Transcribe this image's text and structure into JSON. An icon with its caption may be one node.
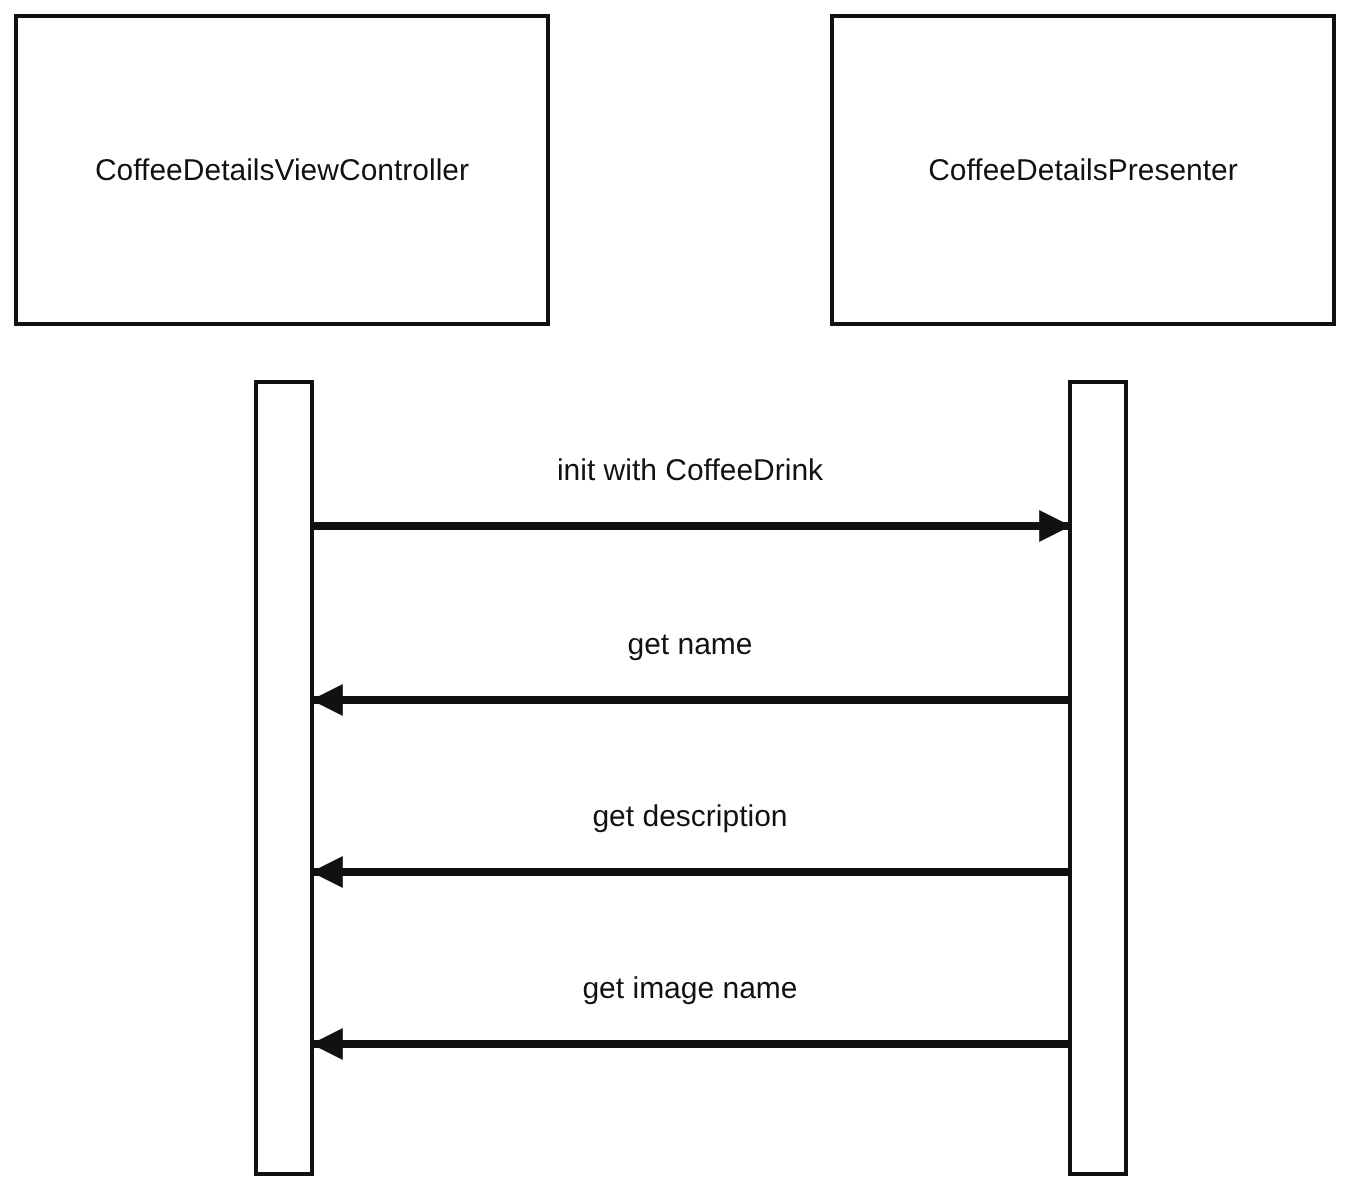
{
  "diagram": {
    "nodes": [
      {
        "text": [
          "CoffeeDetailsViewController"
        ]
      },
      {
        "text": [
          "CoffeeDetailsPresenter"
        ]
      },
      {
        "text": [],
        "shape": "bar"
      },
      {
        "text": [],
        "shape": "bar"
      }
    ],
    "edges": [
      {
        "from": 2,
        "to": 3,
        "arrow": "to",
        "label": "init with CoffeeDrink"
      },
      {
        "from": 3,
        "to": 2,
        "arrow": "to",
        "label": "get name"
      },
      {
        "from": 3,
        "to": 2,
        "arrow": "to",
        "label": "get description"
      },
      {
        "from": 3,
        "to": 2,
        "arrow": "to",
        "label": "get image name"
      }
    ]
  }
}
